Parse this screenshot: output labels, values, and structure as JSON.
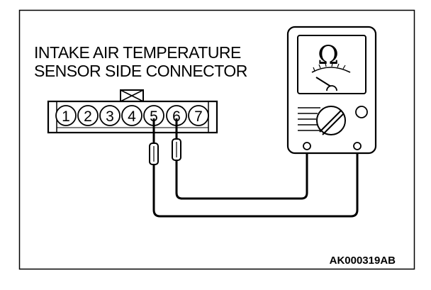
{
  "title_line1": "INTAKE AIR TEMPERATURE",
  "title_line2": "SENSOR SIDE CONNECTOR",
  "pins": [
    "1",
    "2",
    "3",
    "4",
    "5",
    "6",
    "7"
  ],
  "probe_pins": [
    "5",
    "6"
  ],
  "meter_symbol": "Ω",
  "figure_code": "AK000319AB",
  "icons": {
    "meter": "ohmmeter-icon",
    "connector": "connector-icon"
  }
}
